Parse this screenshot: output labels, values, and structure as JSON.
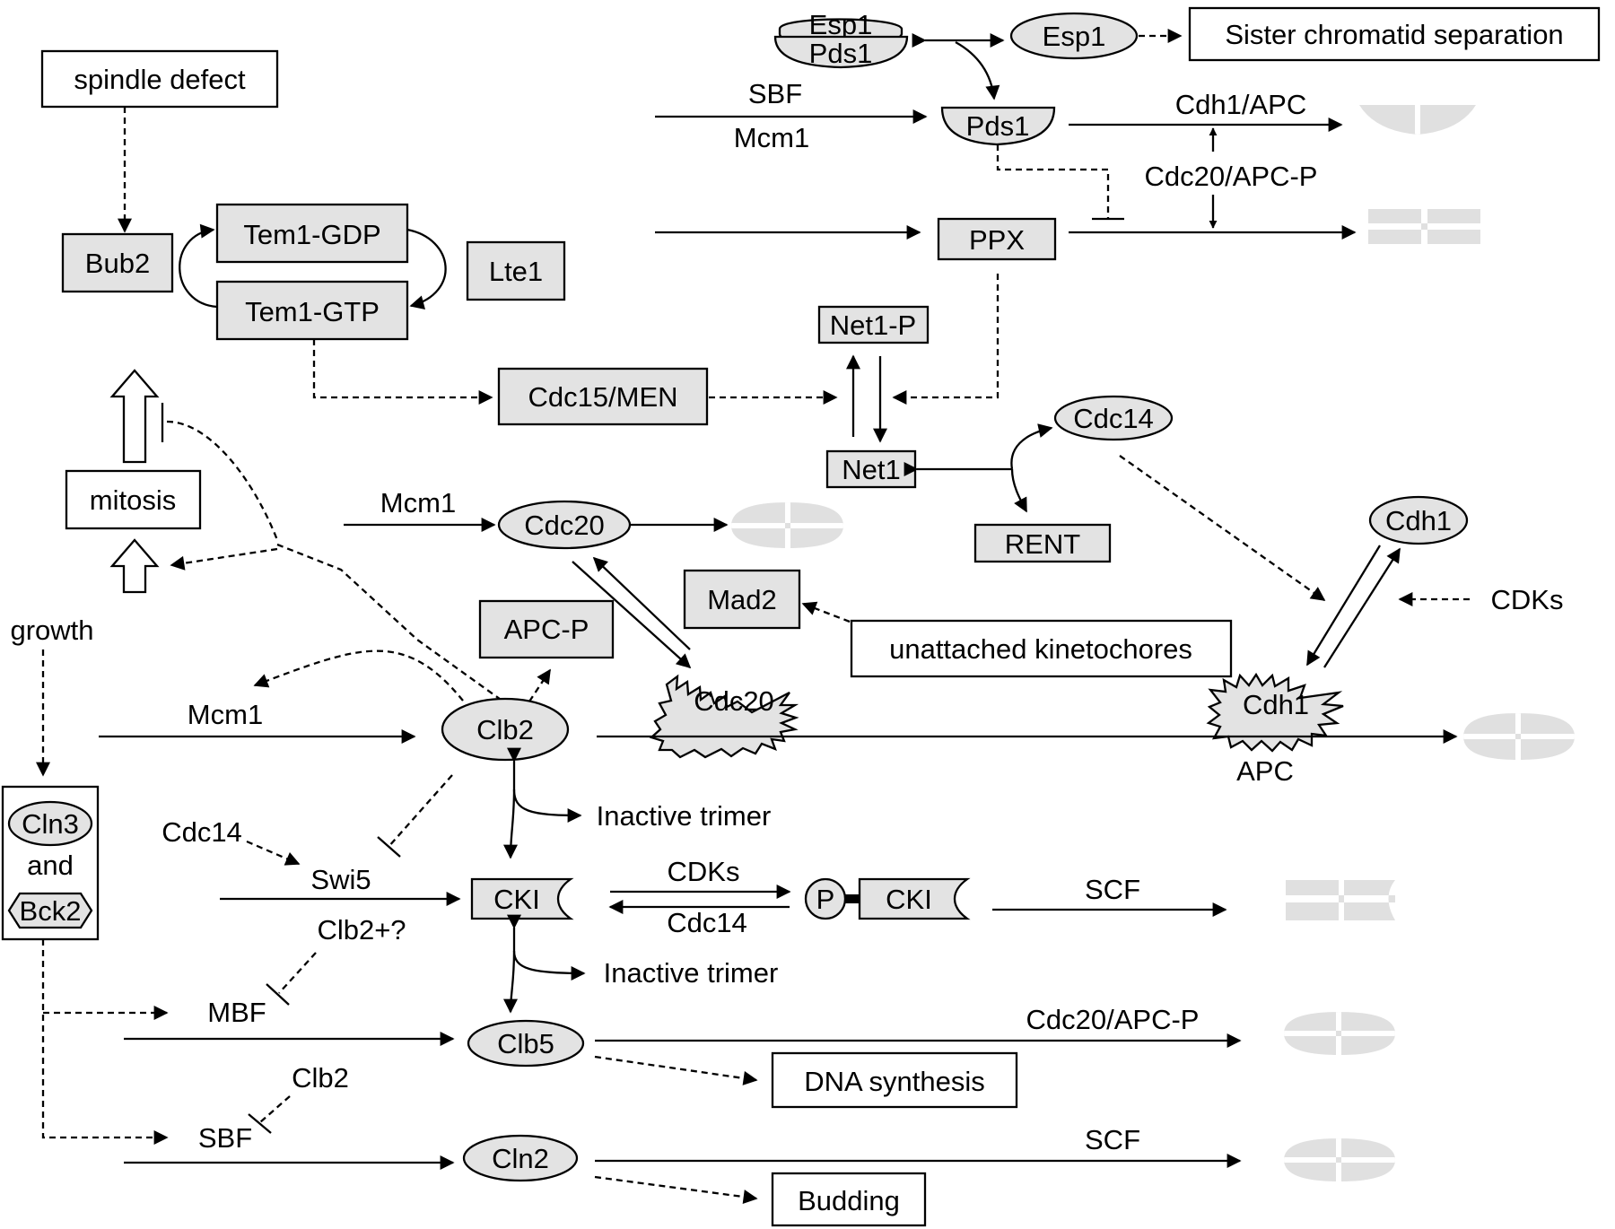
{
  "nodes": {
    "spindle_defect": "spindle defect",
    "bub2": "Bub2",
    "tem1_gdp": "Tem1-GDP",
    "tem1_gtp": "Tem1-GTP",
    "lte1": "Lte1",
    "cdc15_men": "Cdc15/MEN",
    "mitosis": "mitosis",
    "growth": "growth",
    "cln3": "Cln3",
    "and": "and",
    "bck2": "Bck2",
    "esp1_complex": "Esp1",
    "pds1_complex": "Pds1",
    "esp1_free": "Esp1",
    "sister_sep": "Sister chromatid separation",
    "pds1": "Pds1",
    "ppx": "PPX",
    "net1p": "Net1-P",
    "net1": "Net1",
    "cdc14_top": "Cdc14",
    "rent": "RENT",
    "cdc20": "Cdc20",
    "cdc20_active": "Cdc20",
    "apc_p": "APC-P",
    "mad2": "Mad2",
    "unattached": "unattached kinetochores",
    "cdh1": "Cdh1",
    "cdh1_active": "Cdh1",
    "clb2": "Clb2",
    "cki": "CKI",
    "p": "P",
    "cki_p": "CKI",
    "clb5": "Clb5",
    "dna_synthesis": "DNA synthesis",
    "cln2": "Cln2",
    "budding": "Budding"
  },
  "labels": {
    "sbf_top": "SBF",
    "mcm1_top": "Mcm1",
    "cdh1_apc": "Cdh1/APC",
    "cdc20_apc_p_top": "Cdc20/APC-P",
    "mcm1_cdc20": "Mcm1",
    "cdks_right": "CDKs",
    "mcm1_clb2": "Mcm1",
    "apc": "APC",
    "inactive_trimer_1": "Inactive trimer",
    "cdc14_swi5": "Cdc14",
    "swi5": "Swi5",
    "cdks_mid": "CDKs",
    "cdc14_mid": "Cdc14",
    "scf_cki": "SCF",
    "clb2_plus": "Clb2+?",
    "inactive_trimer_2": "Inactive trimer",
    "mbf": "MBF",
    "cdc20_apc_p_bottom": "Cdc20/APC-P",
    "clb2_sbf": "Clb2",
    "sbf_bottom": "SBF",
    "scf_cln2": "SCF"
  }
}
